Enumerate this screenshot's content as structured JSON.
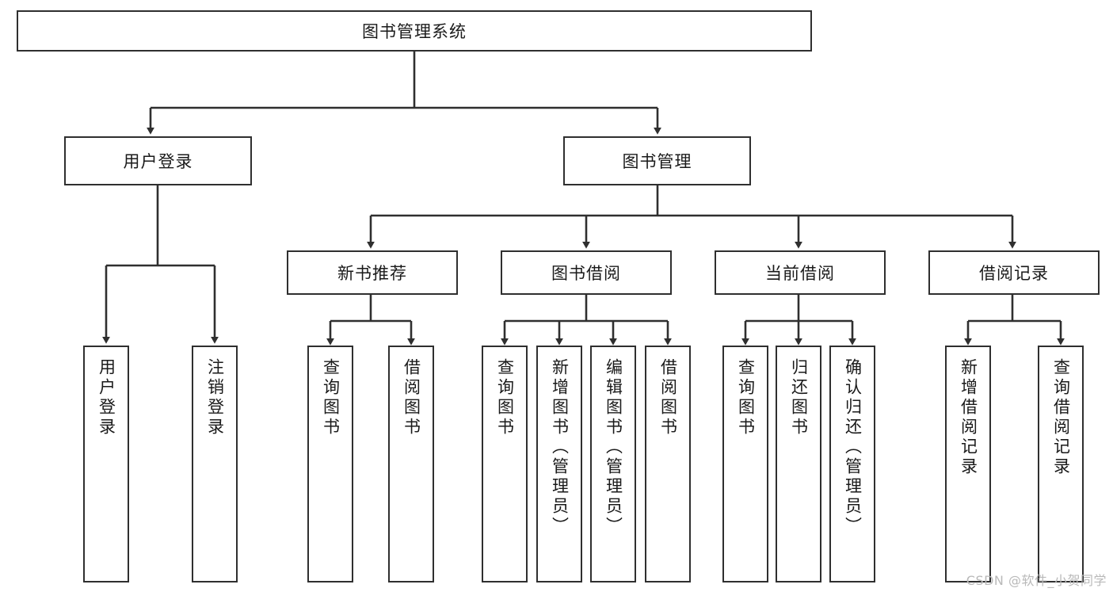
{
  "diagram": {
    "title_node": {
      "label": "图书管理系统"
    },
    "level2": [
      {
        "id": "user-login",
        "label": "用户登录"
      },
      {
        "id": "book-manage",
        "label": "图书管理"
      }
    ],
    "level3": [
      {
        "id": "new-book-recommend",
        "label": "新书推荐"
      },
      {
        "id": "book-borrow",
        "label": "图书借阅"
      },
      {
        "id": "current-borrow",
        "label": "当前借阅"
      },
      {
        "id": "borrow-record",
        "label": "借阅记录"
      }
    ],
    "leaves": {
      "user_login": [
        {
          "id": "leaf-user-login",
          "label": "用户登录"
        },
        {
          "id": "leaf-logout-login",
          "label": "注销登录"
        }
      ],
      "new_book_recommend": [
        {
          "id": "leaf-query-book-1",
          "label": "查询图书"
        },
        {
          "id": "leaf-borrow-book-1",
          "label": "借阅图书"
        }
      ],
      "book_borrow": [
        {
          "id": "leaf-query-book-2",
          "label": "查询图书"
        },
        {
          "id": "leaf-add-book",
          "label": "新增图书（管理员）"
        },
        {
          "id": "leaf-edit-book",
          "label": "编辑图书（管理员）"
        },
        {
          "id": "leaf-borrow-book-2",
          "label": "借阅图书"
        }
      ],
      "current_borrow": [
        {
          "id": "leaf-query-book-3",
          "label": "查询图书"
        },
        {
          "id": "leaf-return-book",
          "label": "归还图书"
        },
        {
          "id": "leaf-confirm-return",
          "label": "确认归还（管理员）"
        }
      ],
      "borrow_record": [
        {
          "id": "leaf-add-record",
          "label": "新增借阅记录"
        },
        {
          "id": "leaf-query-record",
          "label": "查询借阅记录"
        }
      ]
    }
  },
  "watermark": {
    "text": "CSDN @软件_小贺同学"
  },
  "colors": {
    "stroke": "#2f2f2f",
    "fill": "#ffffff",
    "text": "#1a1a1a",
    "watermark": "#b9b9b9"
  }
}
